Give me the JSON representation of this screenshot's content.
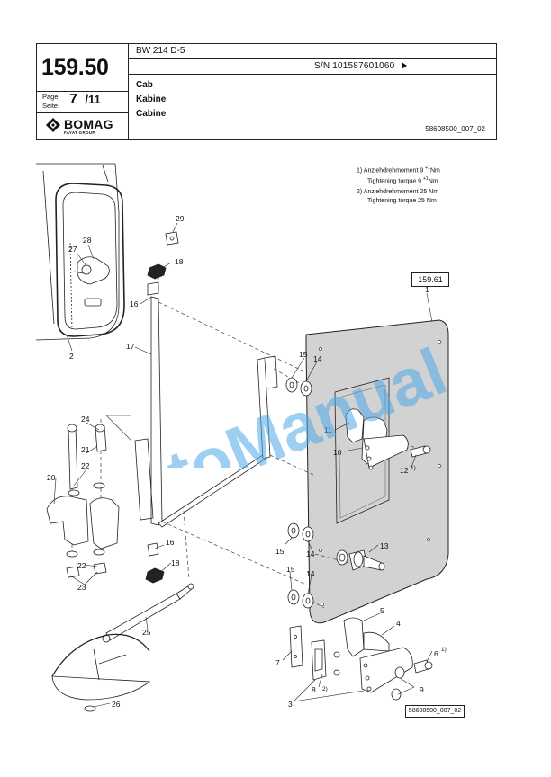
{
  "header": {
    "page_number": "159.50",
    "model": "BW 214 D-5",
    "serial": "S/N 101587601060",
    "page_label_de": "Page",
    "page_label_en": "Seite",
    "page_current": "7",
    "page_total": "/11",
    "title_en": "Cab",
    "title_de": "Kabine",
    "title_fr": "Cabine",
    "document_id": "58608500_007_02"
  },
  "logo": {
    "brand": "BOMAG",
    "sub": "FAYAT GROUP"
  },
  "notes": [
    {
      "line1": "1)  Anziehdrehmoment 9 ",
      "sup1": "+1",
      "unit1": "Nm",
      "line2": "Tightening torque 9 ",
      "sup2": "+1",
      "unit2": "Nm"
    },
    {
      "line1": "2)  Anziehdrehmoment 25 Nm",
      "line2": "Tightening torque 25 Nm"
    }
  ],
  "reference_box": "159.61",
  "drawing_ref": "58608500_007_02",
  "watermark": "AutoManual",
  "callouts": [
    {
      "id": "c29",
      "text": "29"
    },
    {
      "id": "c28",
      "text": "28"
    },
    {
      "id": "c27",
      "text": "27"
    },
    {
      "id": "c18a",
      "text": "18"
    },
    {
      "id": "c16a",
      "text": "16"
    },
    {
      "id": "c17",
      "text": "17"
    },
    {
      "id": "c2",
      "text": "2"
    },
    {
      "id": "c1",
      "text": "1"
    },
    {
      "id": "c15a",
      "text": "15"
    },
    {
      "id": "c14a",
      "text": "14"
    },
    {
      "id": "c11",
      "text": "11"
    },
    {
      "id": "c10",
      "text": "10"
    },
    {
      "id": "c12",
      "text": "12"
    },
    {
      "id": "c24",
      "text": "24"
    },
    {
      "id": "c21",
      "text": "21"
    },
    {
      "id": "c22a",
      "text": "22"
    },
    {
      "id": "c20",
      "text": "20"
    },
    {
      "id": "c22b",
      "text": "22"
    },
    {
      "id": "c23",
      "text": "23"
    },
    {
      "id": "c16b",
      "text": "16"
    },
    {
      "id": "c18b",
      "text": "18"
    },
    {
      "id": "c15b",
      "text": "15"
    },
    {
      "id": "c14b",
      "text": "14"
    },
    {
      "id": "c13",
      "text": "13"
    },
    {
      "id": "c15c",
      "text": "15"
    },
    {
      "id": "c14c",
      "text": "14"
    },
    {
      "id": "c25",
      "text": "25"
    },
    {
      "id": "c5",
      "text": "5"
    },
    {
      "id": "c4",
      "text": "4"
    },
    {
      "id": "c7",
      "text": "7"
    },
    {
      "id": "c6",
      "text": "6"
    },
    {
      "id": "c8",
      "text": "8"
    },
    {
      "id": "c9",
      "text": "9"
    },
    {
      "id": "c3",
      "text": "3"
    },
    {
      "id": "c26",
      "text": "26"
    }
  ],
  "footnote_marks": {
    "m12": "1)",
    "m6": "1)",
    "m8": "2)"
  }
}
